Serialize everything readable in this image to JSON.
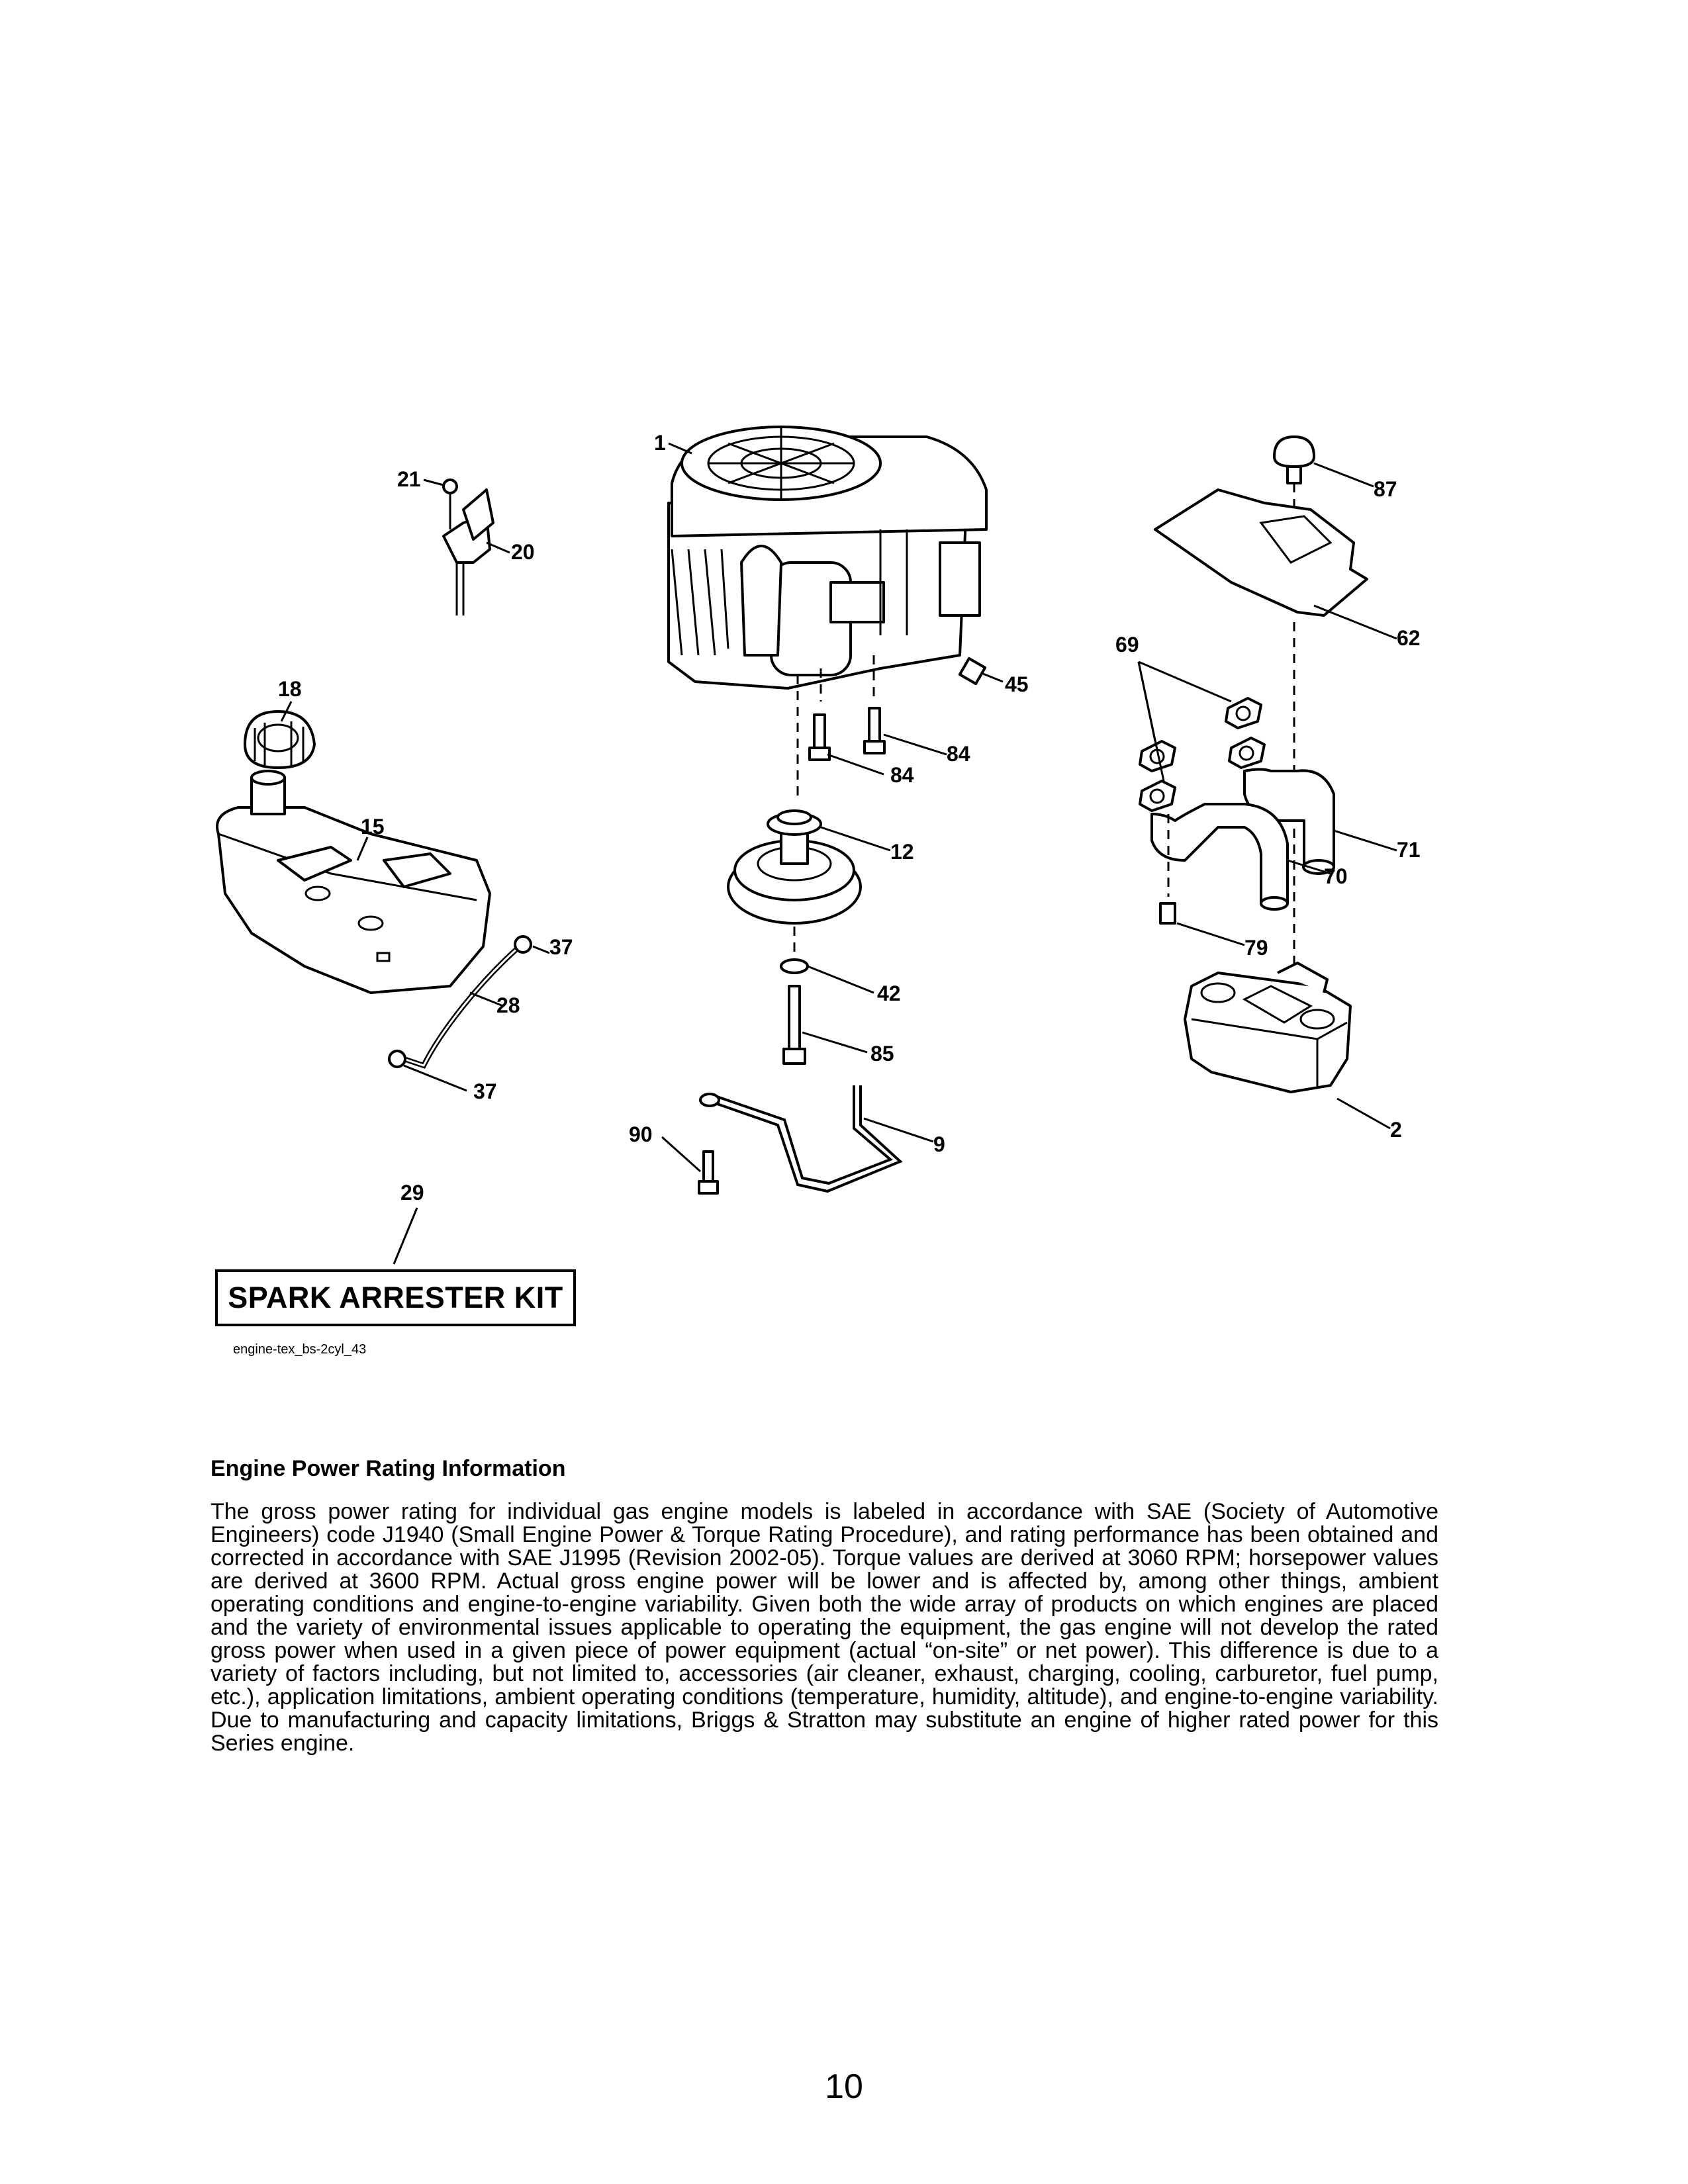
{
  "callouts": {
    "c1": "1",
    "c2": "2",
    "c9": "9",
    "c12": "12",
    "c15": "15",
    "c18": "18",
    "c20": "20",
    "c21": "21",
    "c28": "28",
    "c29": "29",
    "c37a": "37",
    "c37b": "37",
    "c42": "42",
    "c45": "45",
    "c62": "62",
    "c69": "69",
    "c70": "70",
    "c71": "71",
    "c79": "79",
    "c84a": "84",
    "c84b": "84",
    "c85": "85",
    "c87": "87",
    "c90": "90"
  },
  "kit_label": "SPARK ARRESTER KIT",
  "figure_id": "engine-tex_bs-2cyl_43",
  "info": {
    "heading": "Engine Power Rating Information",
    "body": "The gross power rating for individual gas engine models is labeled in accordance with SAE (Society of Automotive Engineers) code J1940 (Small Engine Power & Torque Rating Procedure), and rating performance has been obtained and corrected in accordance with SAE J1995 (Revision 2002-05). Torque values are derived at 3060 RPM; horsepower values are derived at 3600 RPM. Actual gross engine power will be lower and is affected by, among other things, ambient operating conditions and engine-to-engine variability. Given both the wide array of products on which engines are placed and the variety of environmental issues applicable to operating the equipment, the gas engine will not develop the rated gross power when used in a given piece of power equipment (actual “on-site” or net power). This difference is due to a variety of factors including, but not limited to, accessories (air cleaner, exhaust, charging, cooling, carburetor, fuel pump, etc.), application limitations, ambient operating conditions (temperature, humidity, altitude), and engine-to-engine variability. Due to manufacturing and capacity limitations, Briggs & Stratton may substitute an engine of higher rated power for this Series engine."
  },
  "page_number": "10"
}
